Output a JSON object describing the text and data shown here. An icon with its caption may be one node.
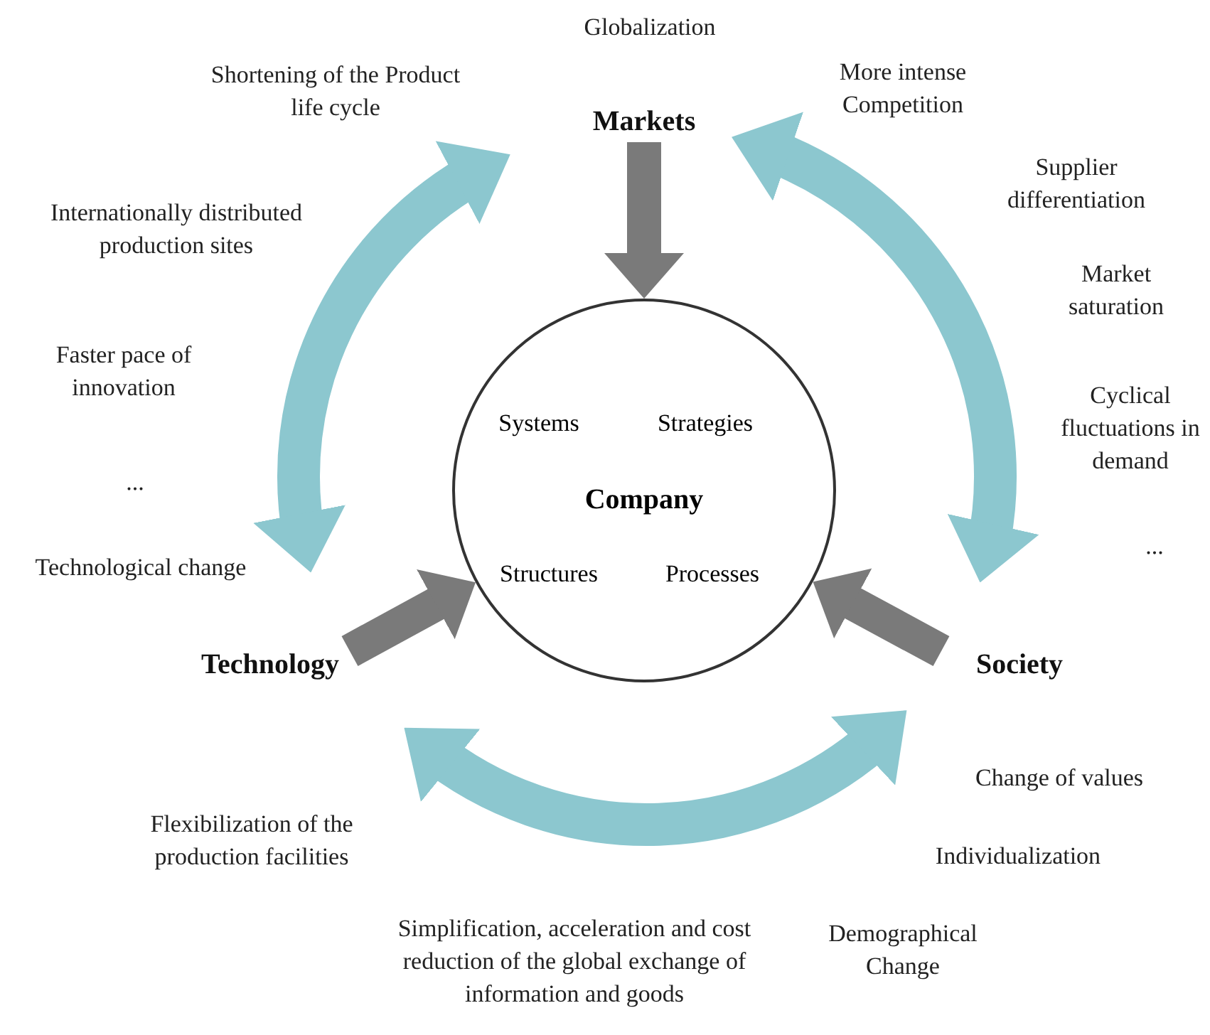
{
  "diagram": {
    "nodes": [
      {
        "text": [
          "Markets"
        ]
      },
      {
        "text": [
          "Technology"
        ]
      },
      {
        "text": [
          "Society"
        ]
      },
      {
        "text": [
          "Systems",
          "Strategies",
          "Company",
          "Structures",
          "Processes"
        ]
      }
    ],
    "edges": [
      {
        "from": 0,
        "to": 1,
        "arrow": "both",
        "color": "#8cc7cf"
      },
      {
        "from": 0,
        "to": 2,
        "arrow": "both",
        "color": "#8cc7cf"
      },
      {
        "from": 1,
        "to": 2,
        "arrow": "both",
        "color": "#8cc7cf"
      },
      {
        "from": 0,
        "to": 3,
        "arrow": "to",
        "color": "#7a7a7a"
      },
      {
        "from": 1,
        "to": 3,
        "arrow": "to",
        "color": "#7a7a7a"
      },
      {
        "from": 2,
        "to": 3,
        "arrow": "to",
        "color": "#7a7a7a"
      }
    ],
    "labels": [
      "Globalization",
      "Shortening of the Product life cycle",
      "More intense Competition",
      "Supplier differentiation",
      "Internationally distributed production sites",
      "Market saturation",
      "Faster pace of innovation",
      "Cyclical fluctuations in demand",
      "...",
      "Technological change",
      "...",
      "Flexibilization of the production facilities",
      "Change of values",
      "Individualization",
      "Demographical Change",
      "Simplification, acceleration and cost reduction of the global exchange of information and goods"
    ]
  }
}
